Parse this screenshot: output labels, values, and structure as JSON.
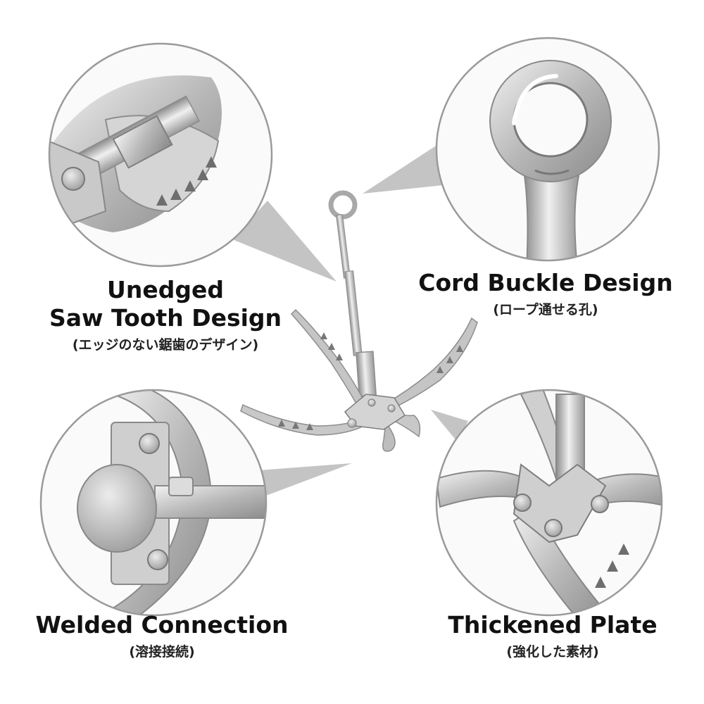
{
  "features": {
    "saw": {
      "title_line1": "Unedged",
      "title_line2": "Saw Tooth Design",
      "subtitle": "(エッジのない鋸歯のデザイン)"
    },
    "cord": {
      "title": "Cord Buckle Design",
      "subtitle": "(ロープ通せる孔)"
    },
    "weld": {
      "title": "Welded Connection",
      "subtitle": "(溶接接続)"
    },
    "thick": {
      "title": "Thickened Plate",
      "subtitle": "(強化した素材)"
    }
  },
  "colors": {
    "circle_border": "#9a9a9a",
    "pointer": "#bdbdbd",
    "metal_light": "#e6e6e6",
    "metal_mid": "#b9b9b9",
    "metal_dark": "#7d7d7d",
    "text": "#111111"
  }
}
